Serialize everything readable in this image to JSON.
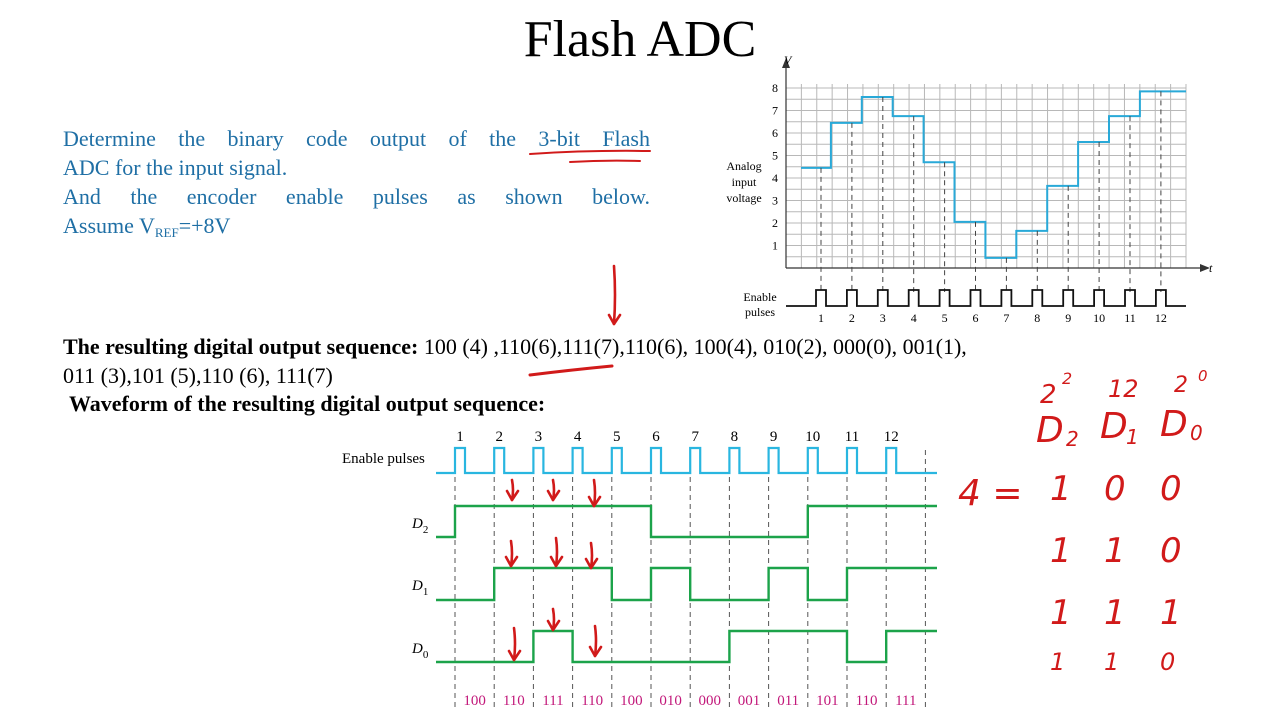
{
  "title": "Flash ADC",
  "problem": {
    "line1": "Determine the binary code output of the 3-bit Flash",
    "line2": "ADC for the input signal.",
    "line3": "And the encoder enable pulses as shown below.",
    "line4_pre": "Assume V",
    "line4_sub": "REF",
    "line4_post": "=+8V"
  },
  "result": {
    "label": "The resulting digital output sequence:",
    "seq_line1": " 100 (4) ,110(6),111(7),110(6), 100(4), 010(2), 000(0), 001(1),",
    "seq_line2": "011 (3),101 (5),110 (6), 111(7)"
  },
  "waveform_heading": "Waveform of the resulting digital output sequence:",
  "colors": {
    "problem_text": "#1f6fa5",
    "signal": "#29a9d8",
    "waveform_green": "#1ca34a",
    "pulse_cyan": "#29b6e0",
    "code_magenta": "#c2187a",
    "handwriting_red": "#d11a1a",
    "grid": "#b8b8b8"
  },
  "chart_data": {
    "type": "line",
    "step": true,
    "ylabel_lines": [
      "Analog",
      "input",
      "voltage"
    ],
    "ylabel_symbol": "V",
    "xlabel_symbol": "t",
    "y_ticks": [
      "1",
      "2",
      "3",
      "4",
      "5",
      "6",
      "7",
      "8"
    ],
    "ylim": [
      0,
      8
    ],
    "x_ticks": [
      "1",
      "2",
      "3",
      "4",
      "5",
      "6",
      "7",
      "8",
      "9",
      "10",
      "11",
      "12"
    ],
    "grid": true,
    "series": [
      {
        "values": [
          4.45,
          6.45,
          7.6,
          6.75,
          4.7,
          2.05,
          0.45,
          1.65,
          3.65,
          5.6,
          6.75,
          7.85
        ]
      }
    ],
    "enable_label_lines": [
      "Enable",
      "pulses"
    ]
  },
  "timing": {
    "pulse_numbers": [
      "1",
      "2",
      "3",
      "4",
      "5",
      "6",
      "7",
      "8",
      "9",
      "10",
      "11",
      "12"
    ],
    "rows": [
      {
        "label": "Enable pulses"
      },
      {
        "label_main": "D",
        "label_sub": "2",
        "bits": [
          1,
          1,
          1,
          1,
          1,
          0,
          0,
          0,
          0,
          1,
          1,
          1
        ]
      },
      {
        "label_main": "D",
        "label_sub": "1",
        "bits": [
          0,
          1,
          1,
          1,
          0,
          1,
          0,
          0,
          1,
          0,
          1,
          1
        ]
      },
      {
        "label_main": "D",
        "label_sub": "0",
        "bits": [
          0,
          0,
          1,
          0,
          0,
          0,
          0,
          1,
          1,
          1,
          0,
          1
        ]
      }
    ],
    "codes": [
      "100",
      "110",
      "111",
      "110",
      "100",
      "010",
      "000",
      "001",
      "011",
      "101",
      "110",
      "111"
    ]
  },
  "handwriting": {
    "powers": [
      "2",
      "2",
      "1",
      "2",
      "0"
    ],
    "headers": [
      "D",
      "2",
      "D",
      "1",
      "D",
      "0"
    ],
    "eq_four": "4 =",
    "row1": [
      "1",
      "0",
      "0"
    ],
    "row2": [
      "1",
      "1",
      "0"
    ],
    "row3": [
      "1",
      "1",
      "1"
    ],
    "row4": [
      "1",
      "1",
      "0"
    ]
  }
}
